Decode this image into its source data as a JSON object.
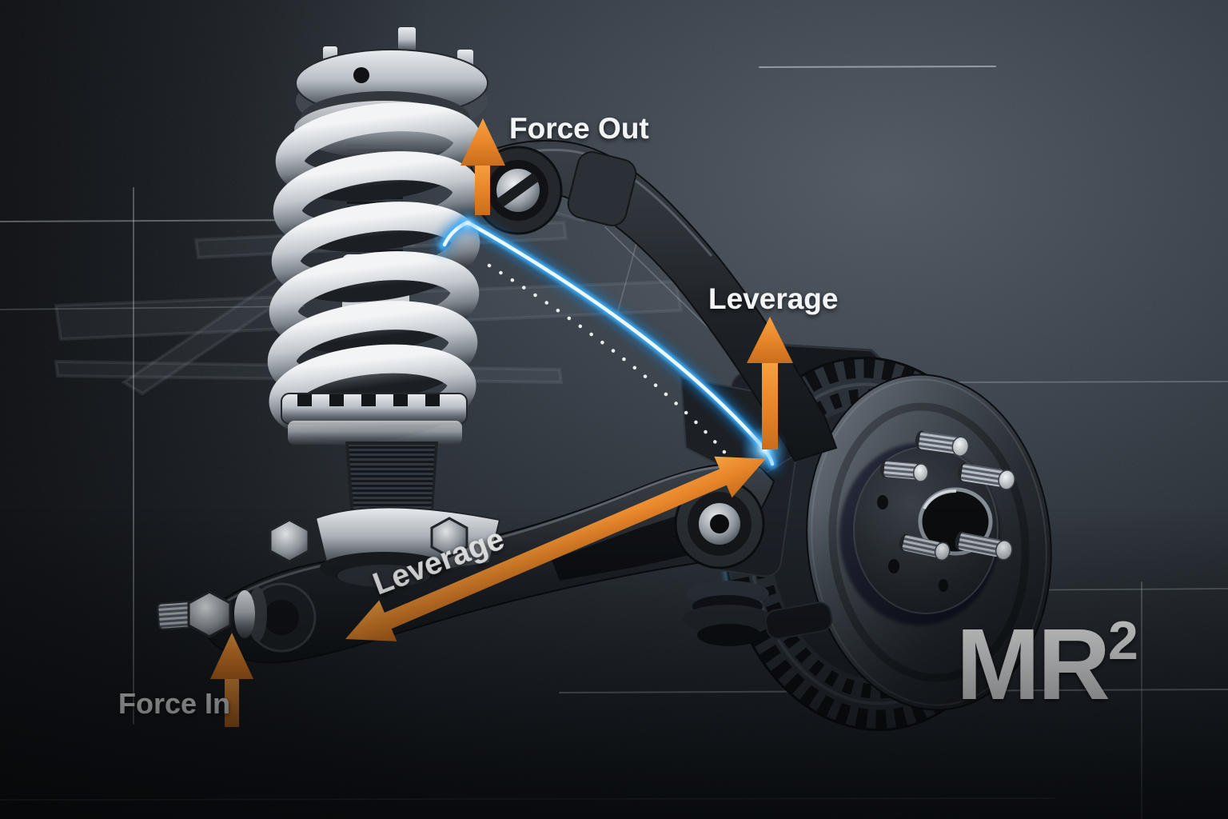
{
  "labels": {
    "force_out": "Force Out",
    "leverage_upper": "Leverage",
    "leverage_arm": "Leverage",
    "force_in": "Force In"
  },
  "branding": {
    "logo_text": "MR",
    "logo_superscript": "2"
  },
  "colors": {
    "arrow_orange": "#E8862A",
    "glow_blue": "#2EA8FF",
    "glow_core": "#EAFAFF",
    "label_white": "#F3F4F5",
    "background_dark": "#12161B",
    "metal_light": "#D8DCE0",
    "metal_dark": "#1A1D22"
  }
}
